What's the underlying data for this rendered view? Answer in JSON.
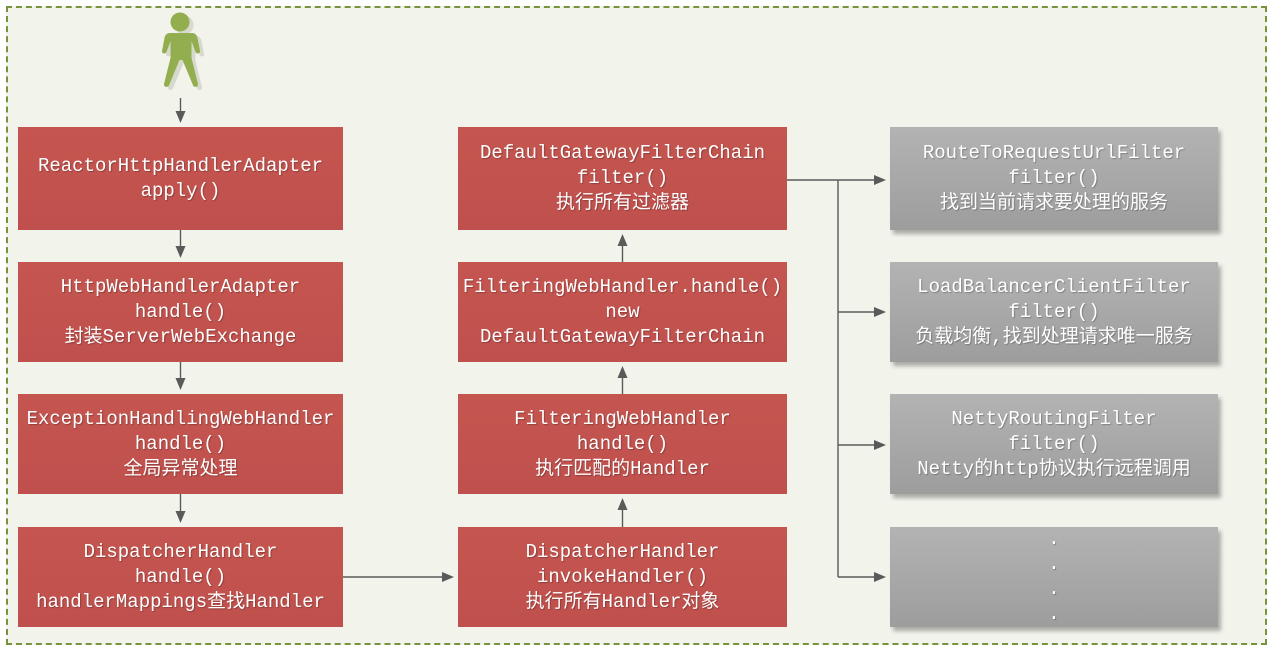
{
  "diagram": {
    "colors": {
      "background": "#f2f4ec",
      "border": "#77943c",
      "node_red": "#c0504d",
      "node_gray": "#a8a8a8",
      "arrow": "#5a5a5a",
      "actor_green": "#92ae4f",
      "text": "#ffffff"
    },
    "actor": {
      "name": "user-figure"
    },
    "left_column": [
      {
        "lines": [
          "ReactorHttpHandlerAdapter",
          "apply()"
        ]
      },
      {
        "lines": [
          "HttpWebHandlerAdapter",
          "handle()",
          "封装ServerWebExchange"
        ]
      },
      {
        "lines": [
          "ExceptionHandlingWebHandler",
          "handle()",
          "全局异常处理"
        ]
      },
      {
        "lines": [
          "DispatcherHandler",
          "handle()",
          "handlerMappings查找Handler"
        ]
      }
    ],
    "middle_column": [
      {
        "lines": [
          "DefaultGatewayFilterChain",
          "filter()",
          "执行所有过滤器"
        ]
      },
      {
        "lines": [
          "FilteringWebHandler.handle()",
          "new",
          "DefaultGatewayFilterChain"
        ]
      },
      {
        "lines": [
          "FilteringWebHandler",
          "handle()",
          "执行匹配的Handler"
        ]
      },
      {
        "lines": [
          "DispatcherHandler",
          "invokeHandler()",
          "执行所有Handler对象"
        ]
      }
    ],
    "right_column": [
      {
        "lines": [
          "RouteToRequestUrlFilter",
          "filter()",
          "找到当前请求要处理的服务"
        ]
      },
      {
        "lines": [
          "LoadBalancerClientFilter",
          "filter()",
          "负载均衡,找到处理请求唯一服务"
        ]
      },
      {
        "lines": [
          "NettyRoutingFilter",
          "filter()",
          "Netty的http协议执行远程调用"
        ]
      },
      {
        "lines": [
          ".",
          ".",
          ".",
          "."
        ]
      }
    ]
  }
}
